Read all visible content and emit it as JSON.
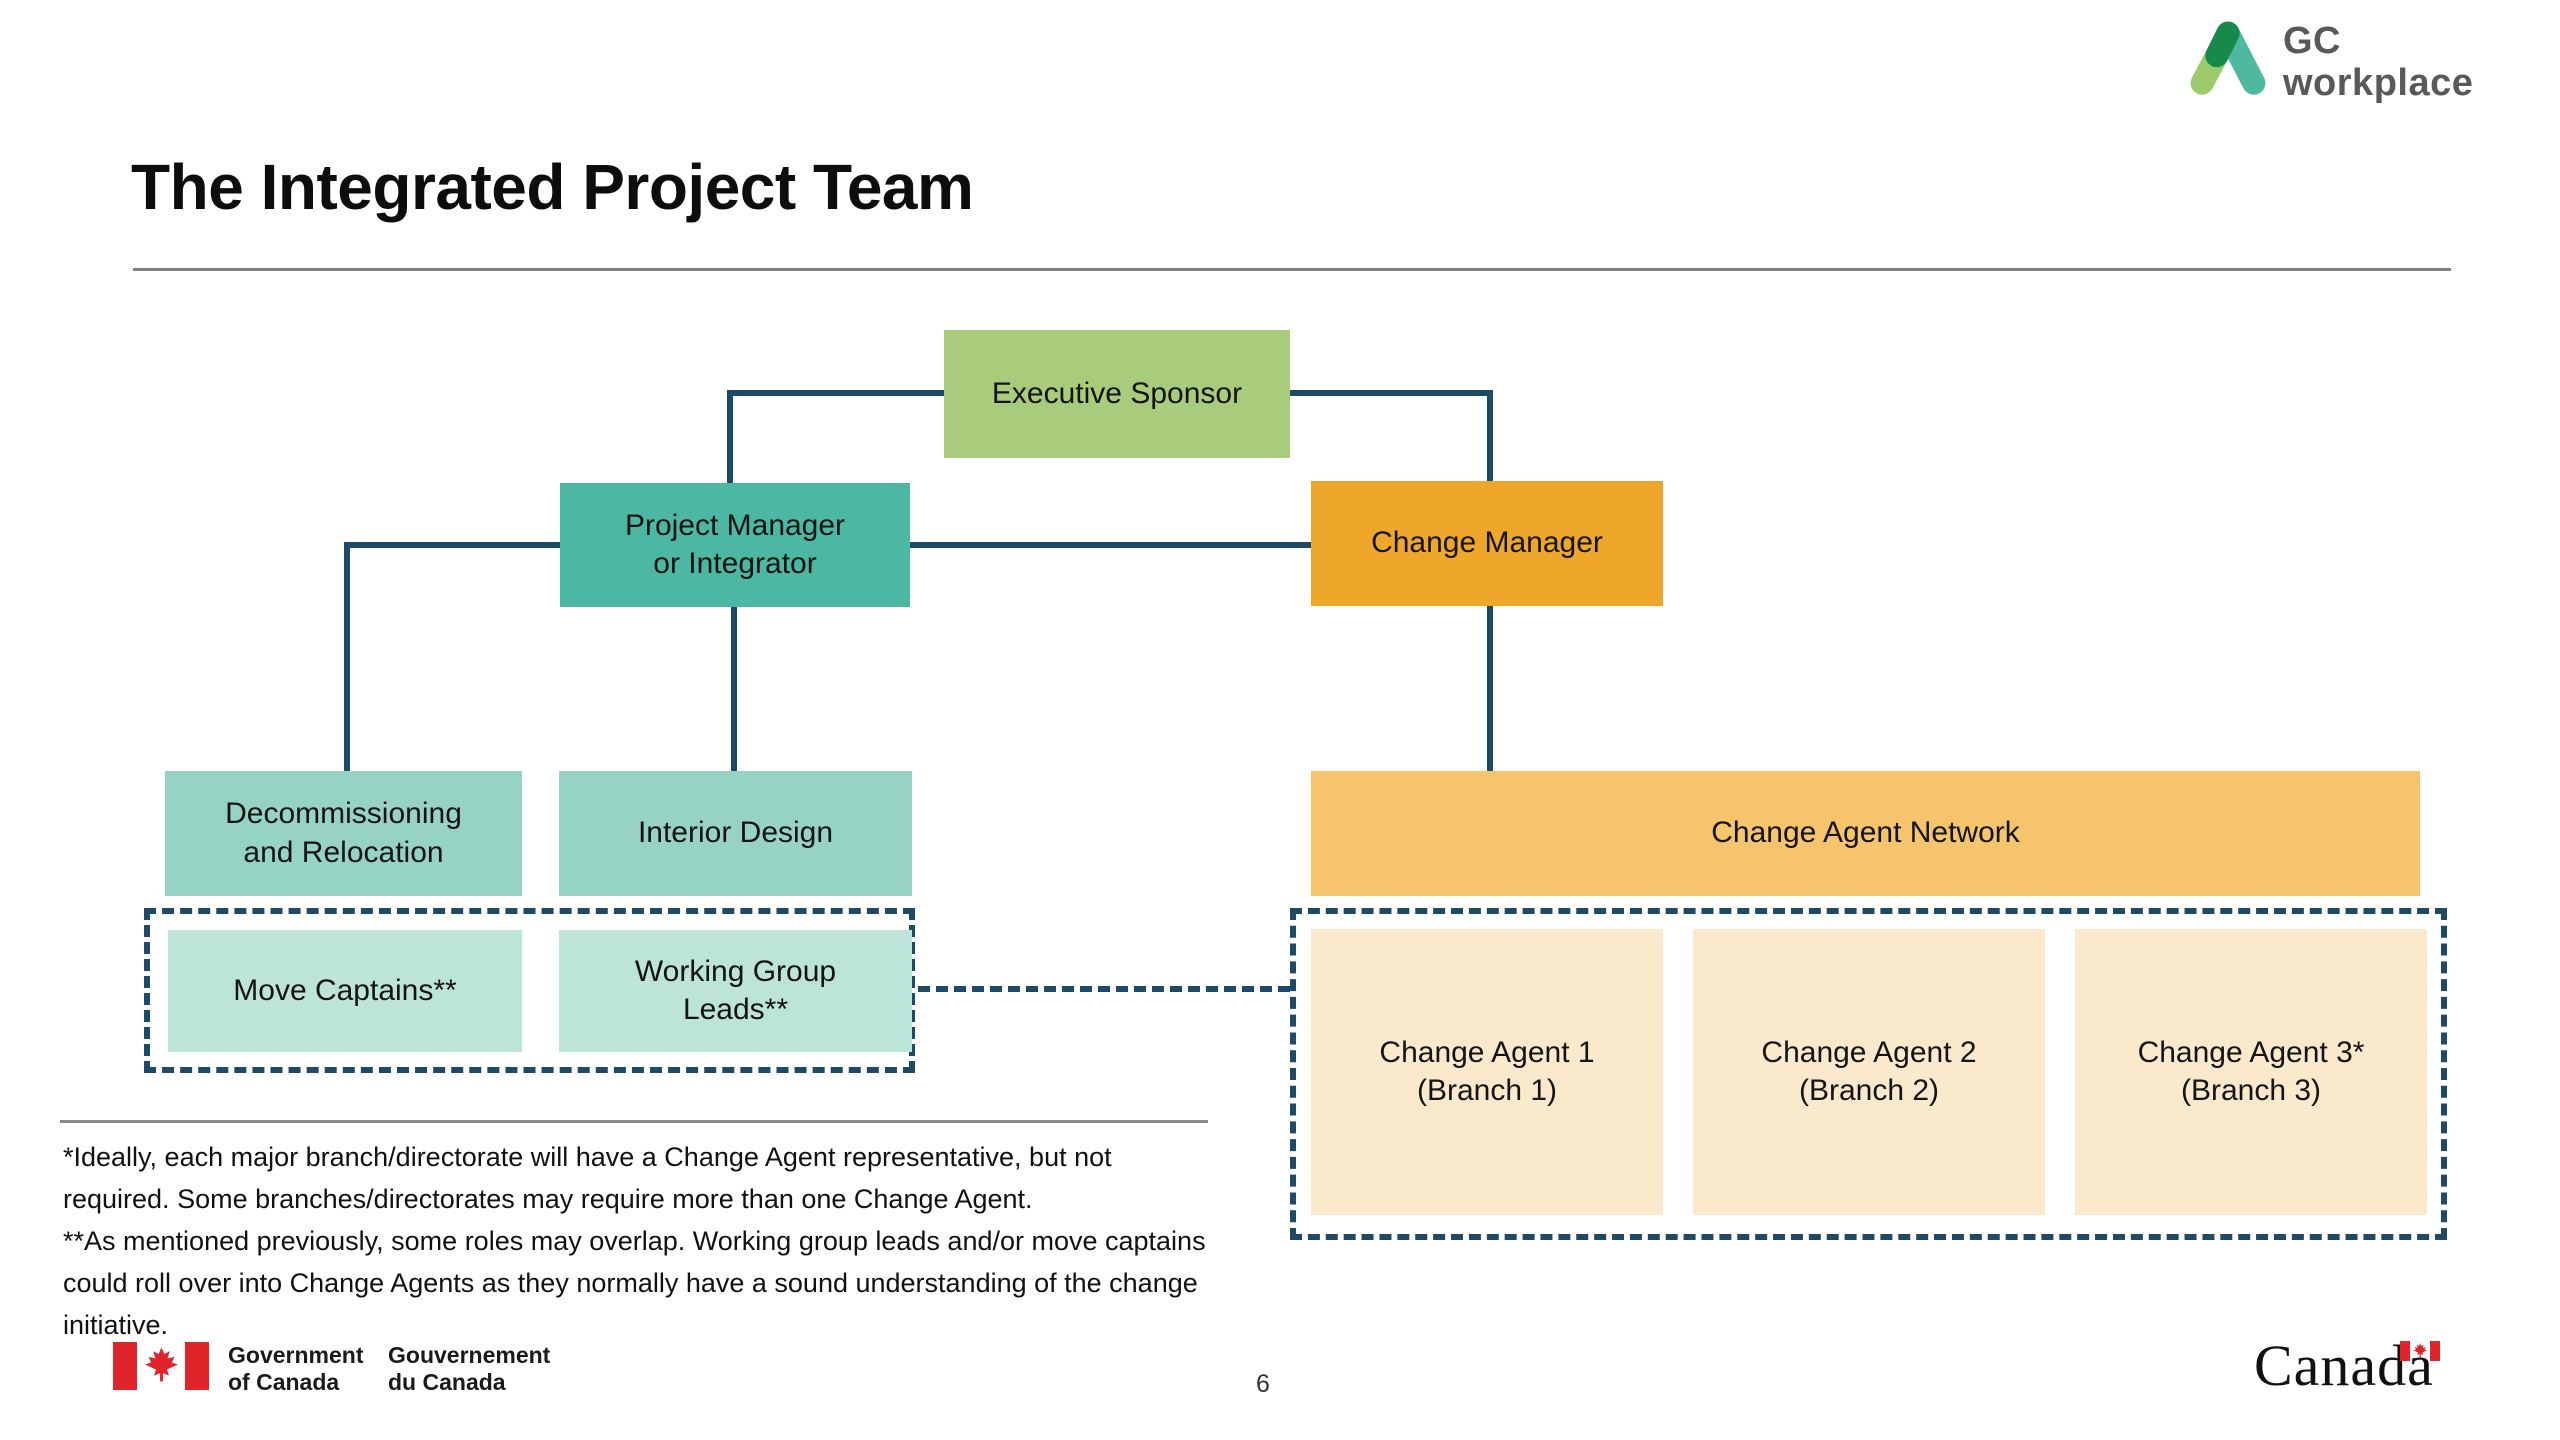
{
  "brand": {
    "logo_top": "GC",
    "logo_bottom": "workplace"
  },
  "slide": {
    "title": "The Integrated Project Team",
    "page_number": "6"
  },
  "diagram": {
    "executive_sponsor": "Executive Sponsor",
    "project_manager": "Project Manager\nor Integrator",
    "change_manager": "Change Manager",
    "decommissioning": "Decommissioning\nand Relocation",
    "interior_design": "Interior Design",
    "move_captains": "Move Captains**",
    "working_group_leads": "Working Group\nLeads**",
    "change_agent_network": "Change Agent Network",
    "change_agent_1": "Change Agent 1\n(Branch 1)",
    "change_agent_2": "Change Agent 2\n(Branch 2)",
    "change_agent_3": "Change Agent 3*\n(Branch 3)"
  },
  "footnotes": {
    "note1": "*Ideally, each major branch/directorate will have a Change Agent representative, but not required. Some branches/directorates may require more than one Change Agent.",
    "note2": "**As mentioned previously, some roles may overlap. Working group leads and/or move captains could roll over into Change Agents as they normally have a sound understanding of the change initiative."
  },
  "footer": {
    "government_left": "Government\nof Canada",
    "government_right": "Gouvernement\ndu Canada",
    "wordmark": "Canada"
  },
  "colors": {
    "executive_sponsor": "#A9CB7C",
    "project_manager": "#4CB8A3",
    "change_manager": "#EEA72B",
    "sub_team_teal": "#97D3C4",
    "sub_team_teal_light": "#BCE4D8",
    "change_agent_network": "#F5C46C",
    "change_agent_box": "#FAE9CB",
    "connector_navy": "#1D4A66",
    "flag_red": "#E1242A",
    "logo_green_light": "#9DCB6B",
    "logo_teal": "#4FB8A0",
    "logo_green_dark": "#17894B",
    "logo_text_gray": "#58595B"
  }
}
